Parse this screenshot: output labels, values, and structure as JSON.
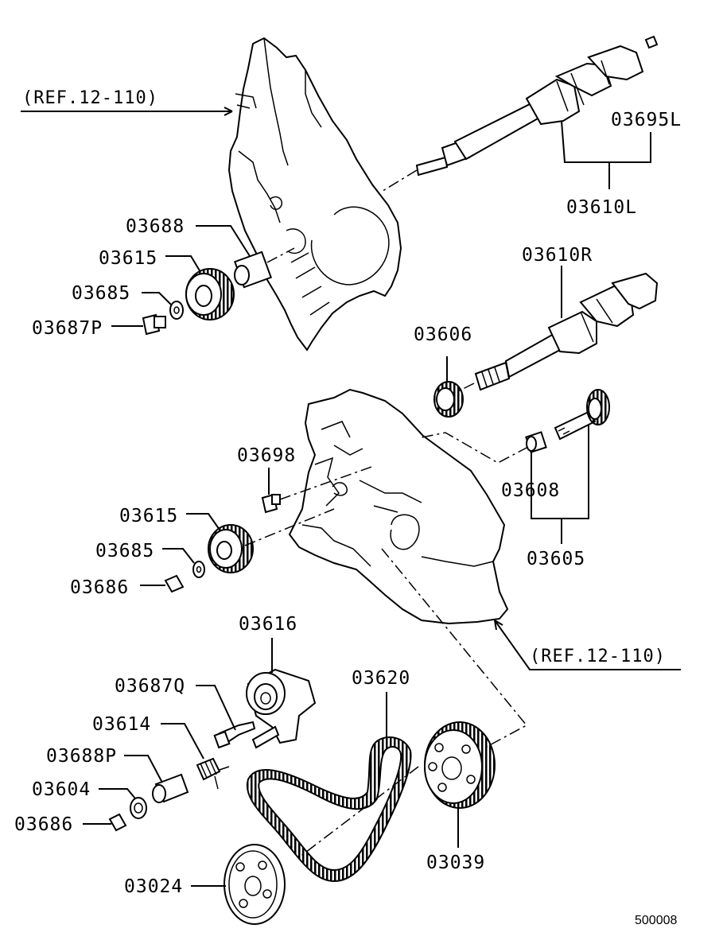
{
  "references": {
    "upper": "(REF.12-110)",
    "lower": "(REF.12-110)"
  },
  "labels": {
    "p03695L": "03695L",
    "p03610L": "03610L",
    "p03688_top": "03688",
    "p03615_top": "03615",
    "p03685_top": "03685",
    "p03687P": "03687P",
    "p03610R": "03610R",
    "p03606": "03606",
    "p03698": "03698",
    "p03608": "03608",
    "p03615_mid": "03615",
    "p03685_mid": "03685",
    "p03686_mid": "03686",
    "p03605": "03605",
    "p03616": "03616",
    "p03620": "03620",
    "p03687Q": "03687Q",
    "p03614": "03614",
    "p03688P": "03688P",
    "p03604": "03604",
    "p03686_low": "03686",
    "p03039": "03039",
    "p03024": "03024"
  },
  "diagram_code": "500008"
}
